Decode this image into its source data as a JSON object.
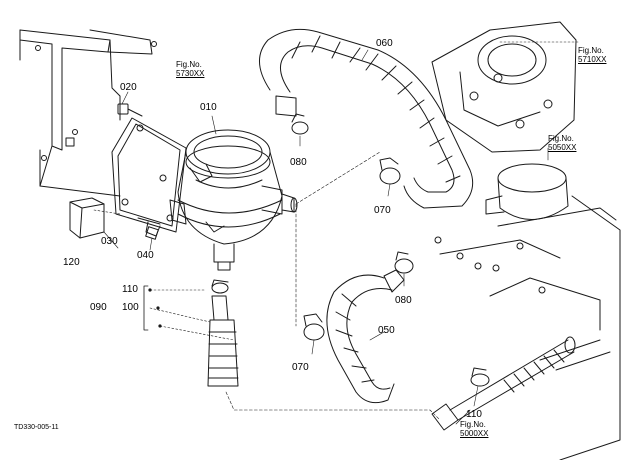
{
  "part_labels": {
    "p010": "010",
    "p020": "020",
    "p030": "030",
    "p040": "040",
    "p050": "050",
    "p060": "060",
    "p070a": "070",
    "p070b": "070",
    "p080a": "080",
    "p080b": "080",
    "p090": "090",
    "p100": "100",
    "p110a": "110",
    "p110b": "110",
    "p120": "120"
  },
  "figure_refs": {
    "f5730": {
      "prefix": "Fig.No.",
      "number": "5730XX"
    },
    "f5710": {
      "prefix": "Fig.No.",
      "number": "5710XX"
    },
    "f5050": {
      "prefix": "Fig.No.",
      "number": "5050XX"
    },
    "f5000": {
      "prefix": "Fig.No.",
      "number": "5000XX"
    }
  },
  "diagram_code": "TD330-005-11",
  "colors": {
    "line": "#1a1a1a",
    "background": "#ffffff"
  }
}
